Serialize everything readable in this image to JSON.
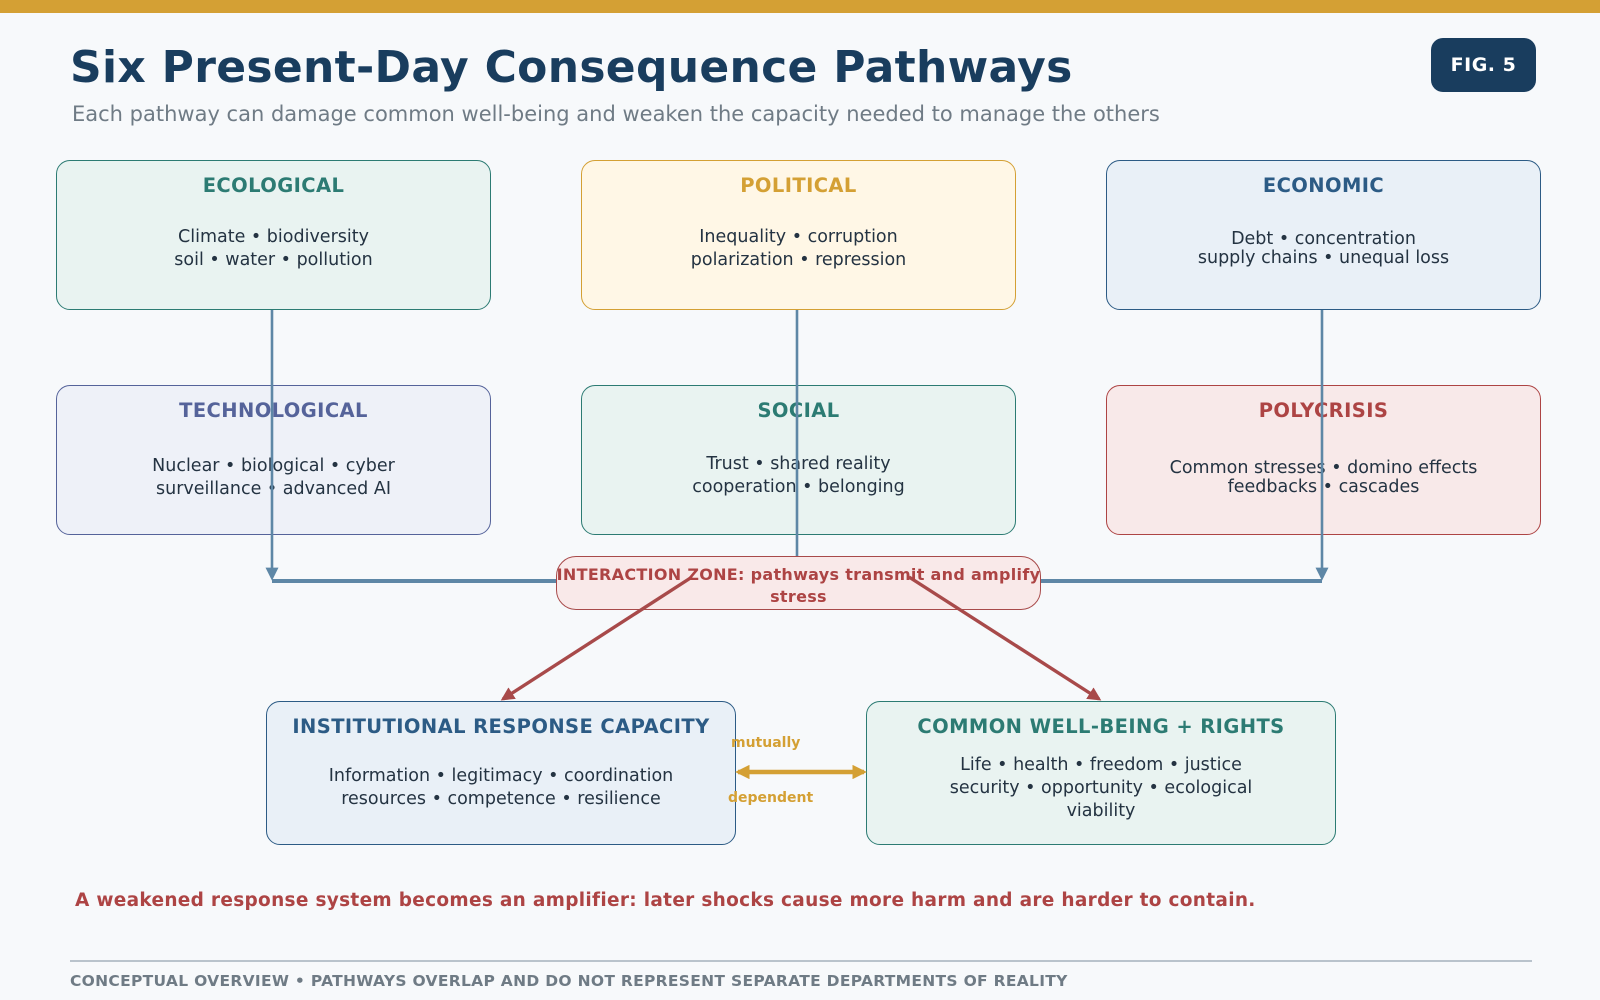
{
  "header": {
    "title": "Six Present-Day Consequence Pathways",
    "subtitle": "Each pathway can damage common well-being and weaken the capacity needed to manage the others",
    "fig_label": "FIG. 5"
  },
  "pathways": {
    "ecological": {
      "title": "ECOLOGICAL",
      "line1": "Climate • biodiversity",
      "line2": "soil • water • pollution"
    },
    "political": {
      "title": "POLITICAL",
      "line1": "Inequality • corruption",
      "line2": "polarization • repression"
    },
    "economic": {
      "title": "ECONOMIC",
      "line1": "Debt • concentration",
      "line2": "supply chains • unequal loss"
    },
    "technological": {
      "title": "TECHNOLOGICAL",
      "line1": "Nuclear • biological • cyber",
      "line2": "surveillance • advanced AI"
    },
    "social": {
      "title": "SOCIAL",
      "line1": "Trust • shared reality",
      "line2": "cooperation • belonging"
    },
    "polycrisis": {
      "title": "POLYCRISIS",
      "line1": "Common stresses • domino effects",
      "line2": "feedbacks • cascades"
    }
  },
  "interaction_zone": {
    "line1": "INTERACTION ZONE: pathways transmit and amplify",
    "line2": "stress"
  },
  "outcomes": {
    "institutional": {
      "title": "INSTITUTIONAL RESPONSE CAPACITY",
      "line1": "Information • legitimacy • coordination",
      "line2": "resources • competence • resilience"
    },
    "wellbeing": {
      "title": "COMMON WELL-BEING + RIGHTS",
      "line1": "Life • health • freedom • justice",
      "line2": "security • opportunity • ecological",
      "line3": "viability"
    }
  },
  "mutual_link": {
    "top": "mutually",
    "bottom": "dependent"
  },
  "conclusion": "A weakened response system becomes an amplifier: later shocks cause more harm and are harder to contain.",
  "footer": "CONCEPTUAL OVERVIEW • PATHWAYS OVERLAP AND DO NOT REPRESENT SEPARATE DEPARTMENTS OF REALITY",
  "colors": {
    "navy": "#193d5e",
    "gold": "#d4a034",
    "teal": "#2c7b73",
    "blue": "#2c5b85",
    "indigo": "#55639a",
    "red": "#ad4444",
    "connector": "#5e87a6"
  }
}
